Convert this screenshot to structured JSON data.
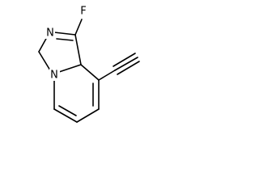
{
  "molecule": {
    "atoms": {
      "fluorine": "F",
      "nitrogen_top": "N",
      "nitrogen_bridge": "N"
    },
    "bond_color": "#000000",
    "background": "#ffffff"
  }
}
